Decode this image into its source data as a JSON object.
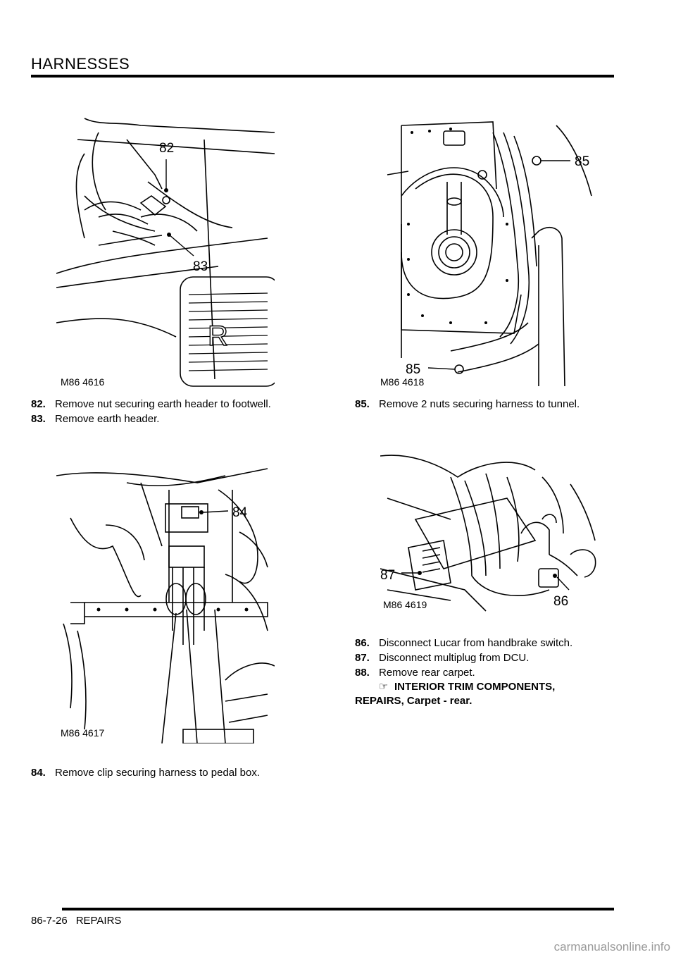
{
  "header": {
    "title": "HARNESSES"
  },
  "figures": [
    {
      "id": "M86 4616",
      "callouts": [
        "82",
        "83"
      ]
    },
    {
      "id": "M86 4618",
      "callouts": [
        "85",
        "85"
      ]
    },
    {
      "id": "M86 4617",
      "callouts": [
        "84"
      ]
    },
    {
      "id": "M86 4619",
      "callouts": [
        "87",
        "86"
      ]
    }
  ],
  "steps": {
    "s82": {
      "num": "82.",
      "text": "Remove nut securing earth header to  footwell."
    },
    "s83": {
      "num": "83.",
      "text": "Remove earth header."
    },
    "s84": {
      "num": "84.",
      "text": "Remove clip securing harness to pedal  box."
    },
    "s85": {
      "num": "85.",
      "text": "Remove 2 nuts securing harness to  tunnel."
    },
    "s86": {
      "num": "86.",
      "text": "Disconnect Lucar from handbrake switch."
    },
    "s87": {
      "num": "87.",
      "text": "Disconnect multiplug from DCU."
    },
    "s88": {
      "num": "88.",
      "text": "Remove rear carpet."
    }
  },
  "reference": {
    "line1": "INTERIOR TRIM COMPONENTS,",
    "line2": "REPAIRS, Carpet - rear."
  },
  "footer": {
    "page": "86-7-26",
    "section": "REPAIRS"
  },
  "watermark": "carmanualsonline.info"
}
